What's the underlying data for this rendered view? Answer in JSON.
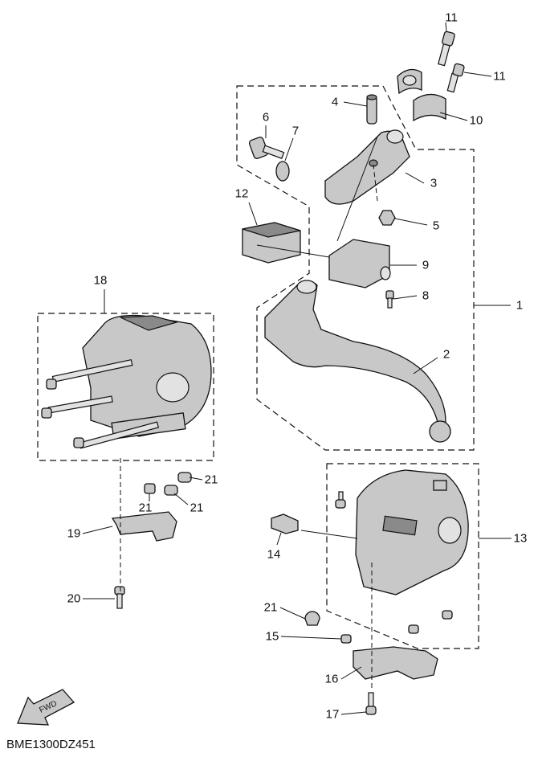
{
  "diagram": {
    "code": "BME1300DZ451",
    "fwd_label": "FWD",
    "callouts": {
      "c1": "1",
      "c2": "2",
      "c3": "3",
      "c4": "4",
      "c5": "5",
      "c6": "6",
      "c7": "7",
      "c8": "8",
      "c9": "9",
      "c10": "10",
      "c11a": "11",
      "c11b": "11",
      "c12": "12",
      "c13": "13",
      "c14": "14",
      "c15": "15",
      "c16": "16",
      "c17": "17",
      "c18": "18",
      "c19": "19",
      "c20": "20",
      "c21a": "21",
      "c21b": "21",
      "c21c": "21",
      "c21d": "21"
    }
  }
}
